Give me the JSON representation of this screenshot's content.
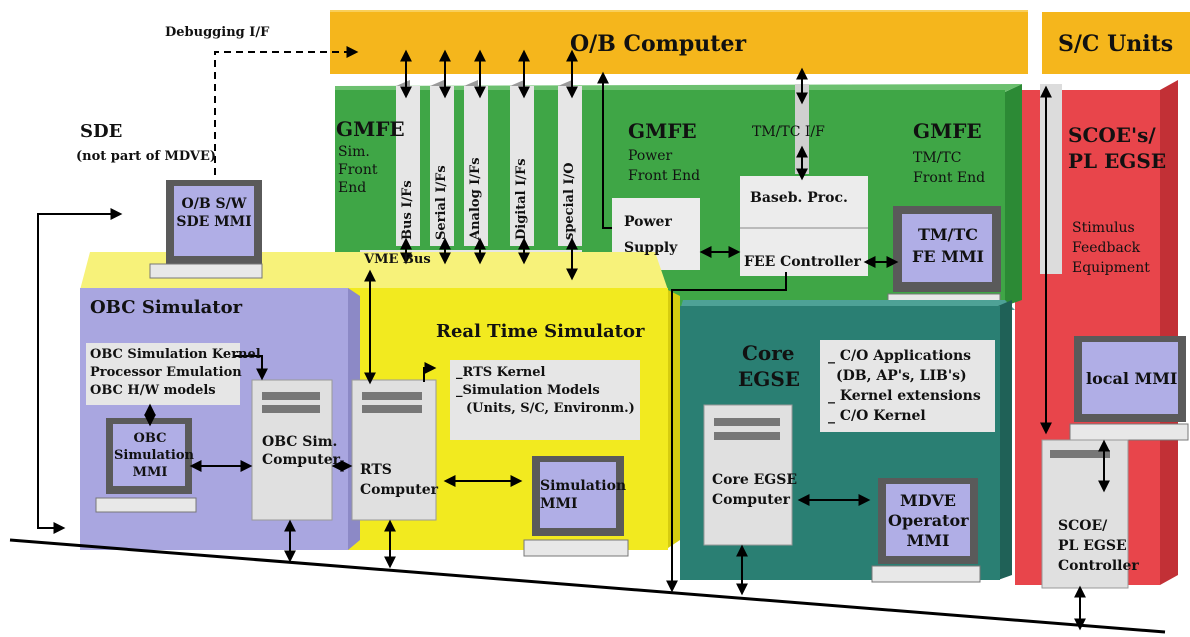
{
  "labels": {
    "debug_if": "Debugging I/F",
    "ob_computer": "O/B Computer",
    "sc_units": "S/C Units",
    "sde": "SDE",
    "sde_note": "(not part of MDVE)",
    "ob_sw_sde_mmi_1": "O/B S/W",
    "ob_sw_sde_mmi_2": "SDE MMI",
    "gmfe_sim": "GMFE",
    "gmfe_sim_sub_1": "Sim.",
    "gmfe_sim_sub_2": "Front",
    "gmfe_sim_sub_3": "End",
    "card_bus": "Bus I/Fs",
    "card_serial": "Serial I/Fs",
    "card_analog": "Analog I/Fs",
    "card_digital": "Digital I/Fs",
    "card_special": "special I/O",
    "vme_bus": "VME Bus",
    "gmfe_power": "GMFE",
    "gmfe_power_sub_1": "Power",
    "gmfe_power_sub_2": "Front End",
    "power_supply_1": "Power",
    "power_supply_2": "Supply",
    "tmtc_if": "TM/TC I/F",
    "baseb_proc": "Baseb. Proc.",
    "fee_controller": "FEE Controller",
    "gmfe_tmtc": "GMFE",
    "gmfe_tmtc_sub_1": "TM/TC",
    "gmfe_tmtc_sub_2": "Front End",
    "tmtc_fe_mmi_1": "TM/TC",
    "tmtc_fe_mmi_2": "FE MMI",
    "scoe_title_1": "SCOE's/",
    "scoe_title_2": "PL EGSE",
    "stimulus_1": "Stimulus",
    "stimulus_2": "Feedback",
    "stimulus_3": "Equipment",
    "local_mmi": "local MMI",
    "scoe_controller_1": "SCOE/",
    "scoe_controller_2": "PL EGSE",
    "scoe_controller_3": "Controller",
    "obc_simulator": "OBC Simulator",
    "obc_kernel_1": "OBC Simulation Kernel",
    "obc_kernel_2": "Processor Emulation",
    "obc_kernel_3": "OBC H/W models",
    "obc_sim_mmi_1": "OBC",
    "obc_sim_mmi_2": "Simulation",
    "obc_sim_mmi_3": "MMI",
    "obc_sim_computer_1": "OBC Sim.",
    "obc_sim_computer_2": "Computer",
    "real_time_simulator": "Real Time Simulator",
    "rts_kernel_1": "_RTS Kernel",
    "rts_kernel_2": "_Simulation Models",
    "rts_kernel_3": "(Units, S/C, Environm.)",
    "rts_computer_1": "RTS",
    "rts_computer_2": "Computer",
    "simulation_mmi_1": "Simulation",
    "simulation_mmi_2": "MMI",
    "core_egse_1": "Core",
    "core_egse_2": "EGSE",
    "co_apps_1": "_ C/O Applications",
    "co_apps_2": "(DB, AP's, LIB's)",
    "co_apps_3": "_ Kernel extensions",
    "co_apps_4": "_ C/O Kernel",
    "core_egse_computer_1": "Core EGSE",
    "core_egse_computer_2": "Computer",
    "mdve_mmi_1": "MDVE",
    "mdve_mmi_2": "Operator",
    "mdve_mmi_3": "MMI"
  },
  "colors": {
    "ob_computer": "#f5b61c",
    "gmfe_green": "#3fa646",
    "gmfe_green_dark": "#2c8a35",
    "rts_yellow": "#f2ea1f",
    "rts_yellow_dark": "#d6cc10",
    "obc_purple": "#a9a6e0",
    "core_teal": "#2a7f73",
    "scoe_red": "#e8454b",
    "screen": "#b0aee6",
    "monitor": "#5a5a5a",
    "device": "#e8e8e8"
  }
}
